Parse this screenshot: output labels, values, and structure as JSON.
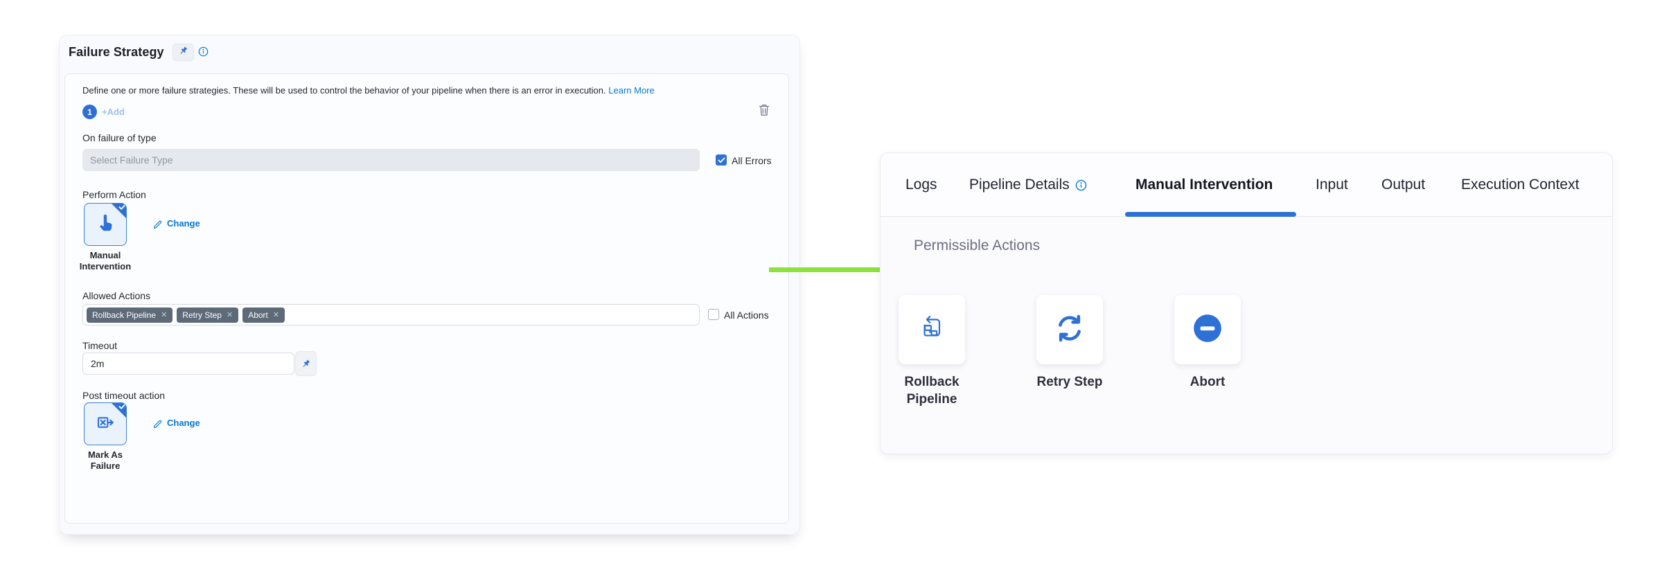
{
  "colors": {
    "primary_blue": "#2E71D6",
    "link_blue": "#0278D5",
    "arrow_green": "#8DE33C",
    "tag_bg": "#5D6A77",
    "panel_bg": "#F9FAFD"
  },
  "failure_strategy": {
    "title": "Failure Strategy",
    "description": "Define one or more failure strategies. These will be used to control the behavior of your pipeline when there is an error in execution.",
    "learn_more": "Learn More",
    "strategy_index": "1",
    "add_label": "+Add",
    "on_failure_label": "On failure of type",
    "failure_type_placeholder": "Select Failure Type",
    "all_errors_label": "All Errors",
    "all_errors_checked": true,
    "perform_action_label": "Perform Action",
    "perform_action": {
      "name_line1": "Manual",
      "name_line2": "Intervention",
      "change_label": "Change"
    },
    "allowed_actions_label": "Allowed Actions",
    "allowed_actions": [
      "Rollback Pipeline",
      "Retry Step",
      "Abort"
    ],
    "all_actions_label": "All Actions",
    "all_actions_checked": false,
    "timeout_label": "Timeout",
    "timeout_value": "2m",
    "post_timeout_label": "Post timeout action",
    "post_timeout_action": {
      "name_line1": "Mark As",
      "name_line2": "Failure",
      "change_label": "Change"
    }
  },
  "details_panel": {
    "tabs": [
      {
        "label": "Logs"
      },
      {
        "label": "Pipeline Details",
        "has_info": true
      },
      {
        "label": "Manual Intervention",
        "active": true
      },
      {
        "label": "Input"
      },
      {
        "label": "Output"
      },
      {
        "label": "Execution Context"
      }
    ],
    "section_title": "Permissible Actions",
    "actions": [
      {
        "label_line1": "Rollback",
        "label_line2": "Pipeline",
        "icon": "rollback-pipeline-icon"
      },
      {
        "label_line1": "Retry Step",
        "label_line2": "",
        "icon": "retry-icon"
      },
      {
        "label_line1": "Abort",
        "label_line2": "",
        "icon": "abort-icon"
      }
    ]
  }
}
